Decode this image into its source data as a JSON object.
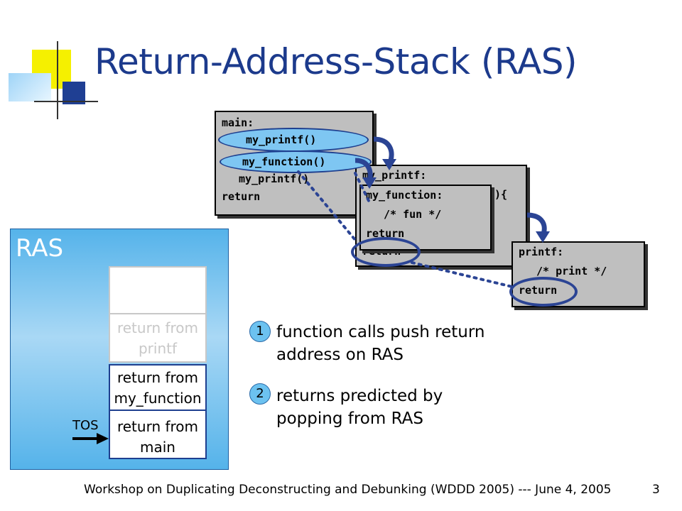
{
  "title": "Return-Address-Stack (RAS)",
  "code": {
    "main": {
      "header": "main:",
      "call1": "my_printf()",
      "call2": "my_function()",
      "call3": "my_printf()",
      "ret": "return"
    },
    "my_printf": {
      "header": "my_printf:",
      "brace": "){",
      "ret": "return"
    },
    "my_function": {
      "header": "my_function:",
      "body": "/* fun */",
      "ret": "return"
    },
    "printf": {
      "header": "printf:",
      "body": "/* print */",
      "ret": "return"
    }
  },
  "ras": {
    "label": "RAS",
    "entries": [
      {
        "text": "",
        "faded": false
      },
      {
        "text": "return from printf",
        "faded": true
      },
      {
        "text": "return from my_function",
        "faded": false
      },
      {
        "text": "return from main",
        "faded": false
      }
    ],
    "tos_label": "TOS"
  },
  "notes": [
    {
      "num": "1",
      "text": "function calls push return address on RAS"
    },
    {
      "num": "2",
      "text": "returns predicted by popping from RAS"
    }
  ],
  "footer": "Workshop on Duplicating Deconstructing and Debunking (WDDD 2005) --- June 4, 2005",
  "page_number": "3",
  "colors": {
    "title": "#1c3a8c",
    "ring": "#2b4494",
    "ellipse_fill": "#7ec6f2",
    "box_fill": "#bfbfbf",
    "ras_panel": "#55b3ea",
    "faded_text": "#c8c8c8"
  }
}
